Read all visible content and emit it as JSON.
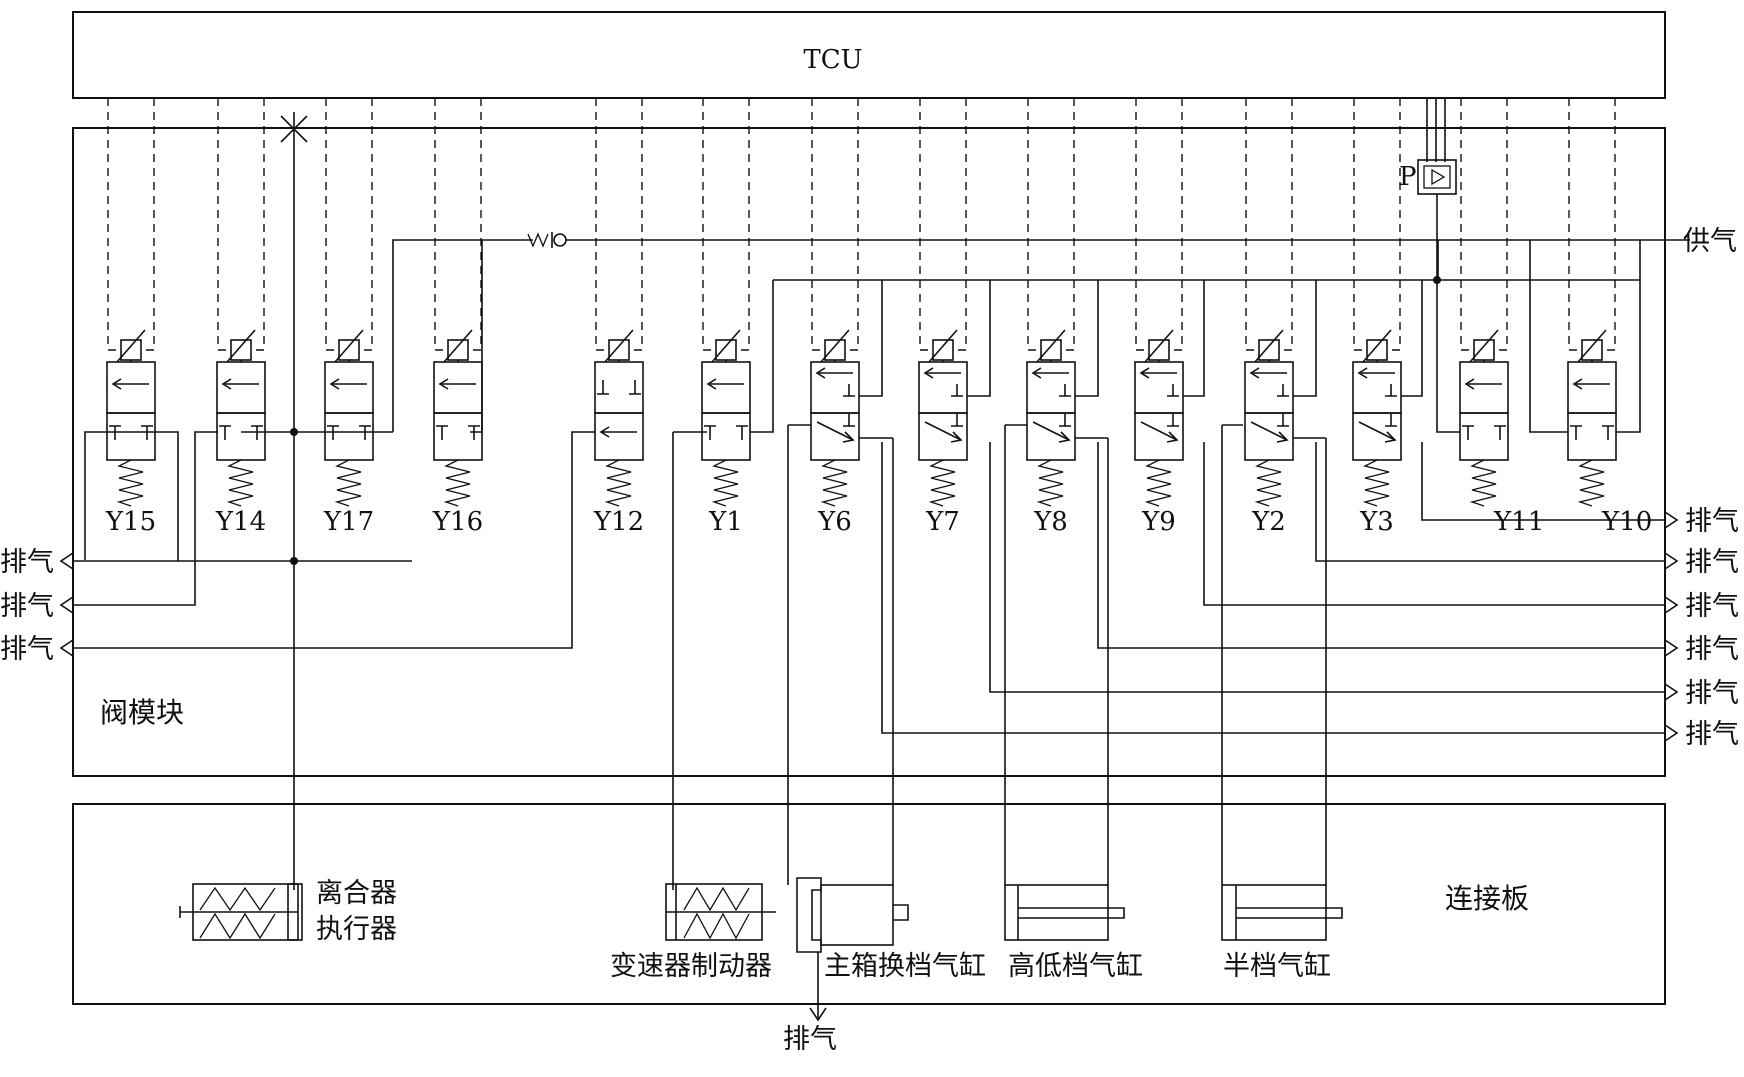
{
  "tcu": {
    "label": "TCU"
  },
  "valve_module": {
    "label": "阀模块"
  },
  "connection_plate": {
    "label": "连接板"
  },
  "supply": {
    "label": "供气"
  },
  "pressure_sensor": {
    "label": "P"
  },
  "exhaust_label": "排气",
  "valves": [
    {
      "id": "Y15",
      "kind": "on-off"
    },
    {
      "id": "Y14",
      "kind": "on-off"
    },
    {
      "id": "Y17",
      "kind": "on-off"
    },
    {
      "id": "Y16",
      "kind": "on-off"
    },
    {
      "id": "Y12",
      "kind": "on-off"
    },
    {
      "id": "Y1",
      "kind": "on-off"
    },
    {
      "id": "Y6",
      "kind": "3-2"
    },
    {
      "id": "Y7",
      "kind": "3-2"
    },
    {
      "id": "Y8",
      "kind": "3-2"
    },
    {
      "id": "Y9",
      "kind": "3-2"
    },
    {
      "id": "Y2",
      "kind": "3-2"
    },
    {
      "id": "Y3",
      "kind": "3-2"
    },
    {
      "id": "Y11",
      "kind": "on-off"
    },
    {
      "id": "Y10",
      "kind": "on-off"
    }
  ],
  "actuators": {
    "clutch": [
      "离合器",
      "执行器"
    ],
    "brake": "变速器制动器",
    "main_cylinder": "主箱换档气缸",
    "range_cylinder": "高低档气缸",
    "split_cylinder": "半档气缸"
  }
}
